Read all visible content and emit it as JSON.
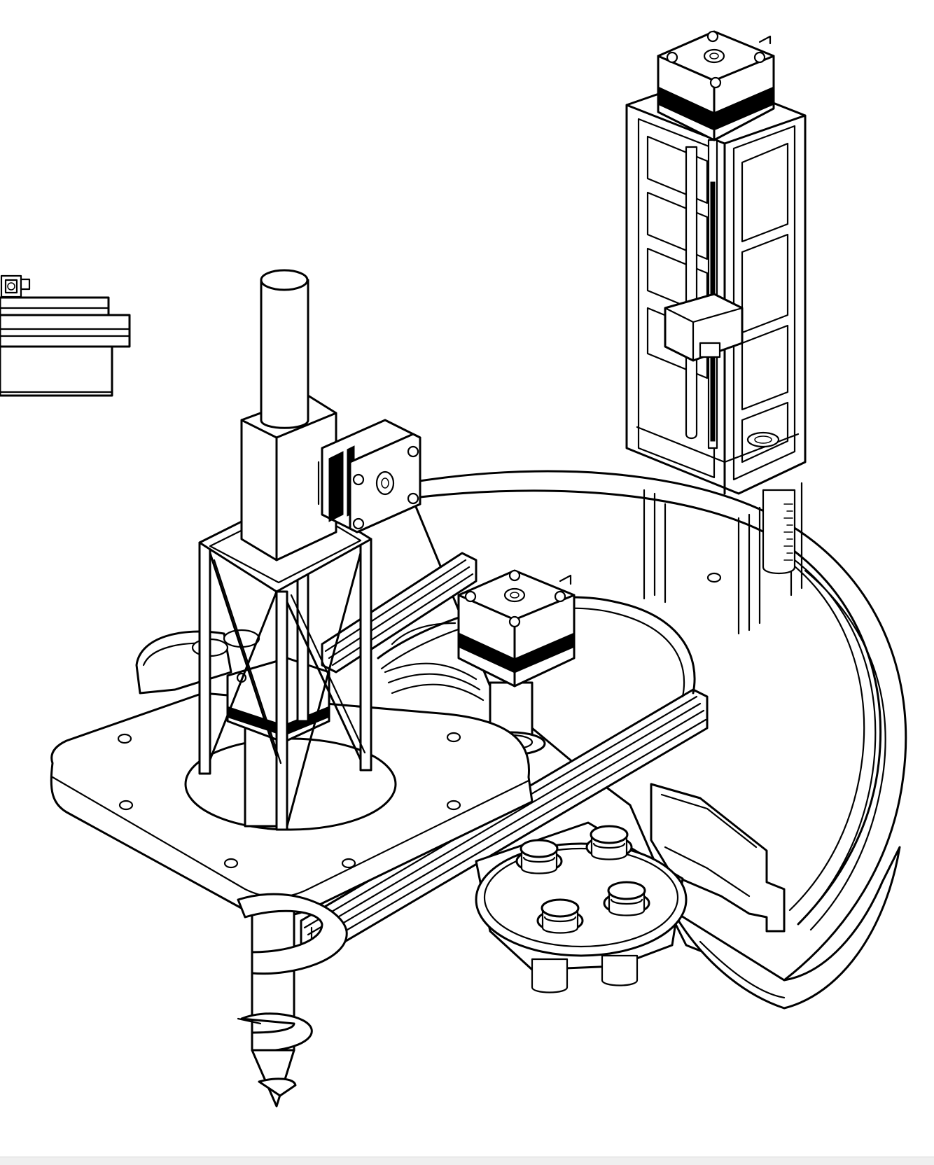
{
  "figure": {
    "components": [
      "aluminum-extrusion-partial",
      "vertical-lift-tower",
      "tower-stepper-motor",
      "auger-drill-tower",
      "auger-stepper-motor",
      "mounting-plate",
      "drill-auger-bit",
      "rotary-carousel-ring",
      "center-stepper-motor",
      "sample-vial-cluster",
      "linear-rail-extrusion"
    ]
  },
  "colors": {
    "line": "#000000",
    "background": "#ffffff",
    "footer": "#efefef"
  }
}
